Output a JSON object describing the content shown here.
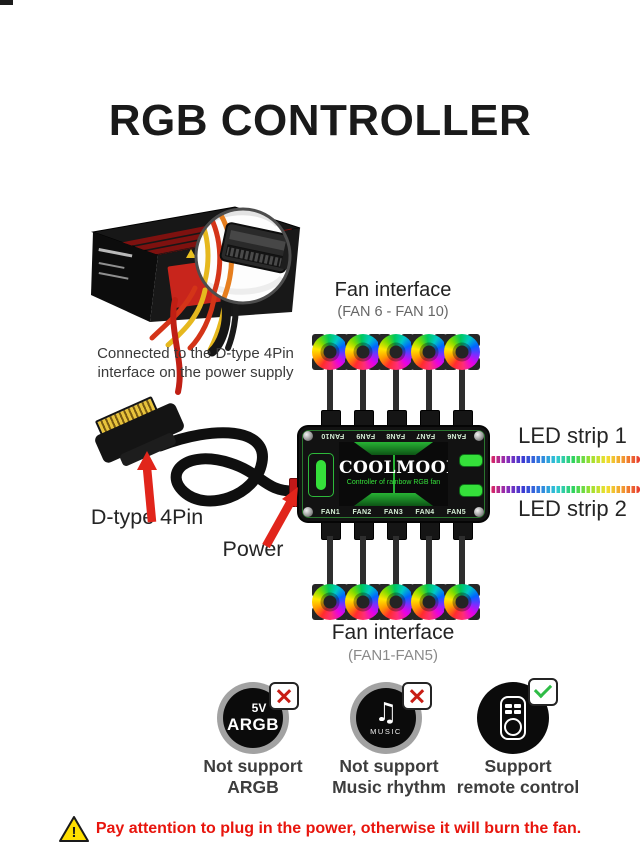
{
  "title": "RGB CONTROLLER",
  "psu": {
    "caption_line1": "Connected to the D-type 4Pin",
    "caption_line2": "interface on the power supply"
  },
  "fan_interface_top": {
    "label": "Fan interface",
    "range": "(FAN 6 - FAN 10)"
  },
  "fan_interface_bottom": {
    "label": "Fan interface",
    "range": "(FAN1-FAN5)"
  },
  "controller": {
    "brand": "COOLMOON",
    "subtitle": "Controller of rainbow RGB fan",
    "top_ports": [
      "FAN10",
      "FAN9",
      "FAN8",
      "FAN7",
      "FAN6"
    ],
    "bottom_ports": [
      "FAN1",
      "FAN2",
      "FAN3",
      "FAN4",
      "FAN5"
    ]
  },
  "led_strips": {
    "strip1_label": "LED strip 1",
    "strip2_label": "LED strip 2"
  },
  "connector_label": "D-type 4Pin",
  "power_label": "Power",
  "features": [
    {
      "icon": "argb-circle-icon",
      "icon_text_top": "5V",
      "icon_text_main": "ARGB",
      "status": "not-supported",
      "label_line1": "Not support",
      "label_line2": "ARGB"
    },
    {
      "icon": "music-circle-icon",
      "icon_caption": "MUSIC",
      "status": "not-supported",
      "label_line1": "Not support",
      "label_line2": "Music rhythm"
    },
    {
      "icon": "remote-circle-icon",
      "status": "supported",
      "label_line1": "Support",
      "label_line2": "remote control"
    }
  ],
  "warning": {
    "text": "Pay attention to plug in the power, otherwise it will burn the fan."
  },
  "icons": {
    "music_note": "♫",
    "cross_badge": "red X in white rounded square",
    "check_badge": "green check in white rounded square",
    "warning_triangle": "yellow triangle with exclamation mark",
    "fan": "rainbow RGB fan",
    "sata_connector": "D-type 4Pin gold-pin connector",
    "psu": "power supply with cables and magnifier circle"
  },
  "colors": {
    "accent_green": "#35e03a",
    "arrow_red": "#e1251b",
    "warning_red": "#e8150d",
    "power_port_red": "#c01818"
  }
}
